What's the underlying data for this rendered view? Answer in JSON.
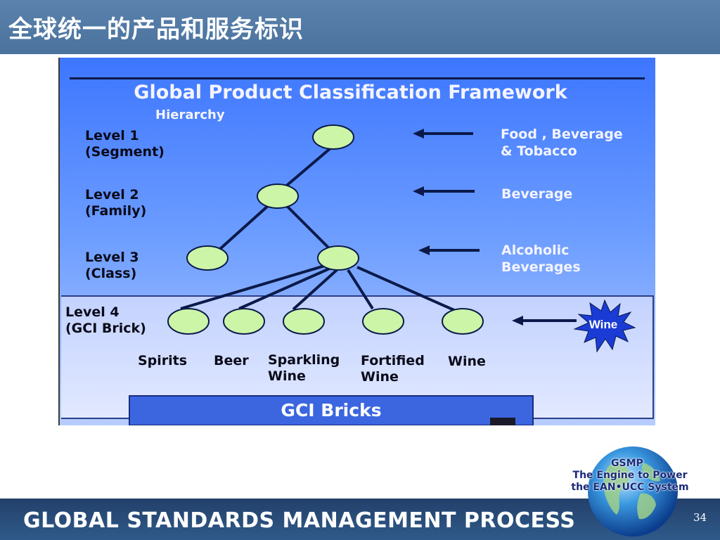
{
  "slide_title": "全球统一的产品和服务标识",
  "diagram": {
    "title": "Global Product Classification Framework",
    "subtitle": "Hierarchy",
    "levels": [
      {
        "name": "Level 1",
        "sub": "(Segment)"
      },
      {
        "name": "Level 2",
        "sub": "(Family)"
      },
      {
        "name": "Level 3",
        "sub": "(Class)"
      },
      {
        "name": "Level 4",
        "sub": "(GCI Brick)"
      }
    ],
    "examples": [
      {
        "line1": "Food , Beverage",
        "line2": "& Tobacco"
      },
      {
        "line1": "Beverage",
        "line2": ""
      },
      {
        "line1": "Alcoholic",
        "line2": "Beverages"
      }
    ],
    "star_label": "Wine",
    "bricks": [
      {
        "line1": "Spirits",
        "line2": ""
      },
      {
        "line1": "Beer",
        "line2": ""
      },
      {
        "line1": "Sparkling",
        "line2": "Wine"
      },
      {
        "line1": "Fortified",
        "line2": "Wine"
      },
      {
        "line1": "Wine",
        "line2": ""
      }
    ],
    "banner": "GCI Bricks",
    "colors": {
      "node_fill": "#ccf5a8",
      "node_stroke": "#0b1a4a",
      "edge": "#0b1a4a",
      "star": "#1a3bd4"
    }
  },
  "footer": {
    "text": "GLOBAL STANDARDS MANAGEMENT PROCESS",
    "page_number": "34"
  },
  "logo": {
    "line1": "GSMP",
    "line2": "The Engine to Power",
    "line3": "the EAN•UCC System"
  }
}
